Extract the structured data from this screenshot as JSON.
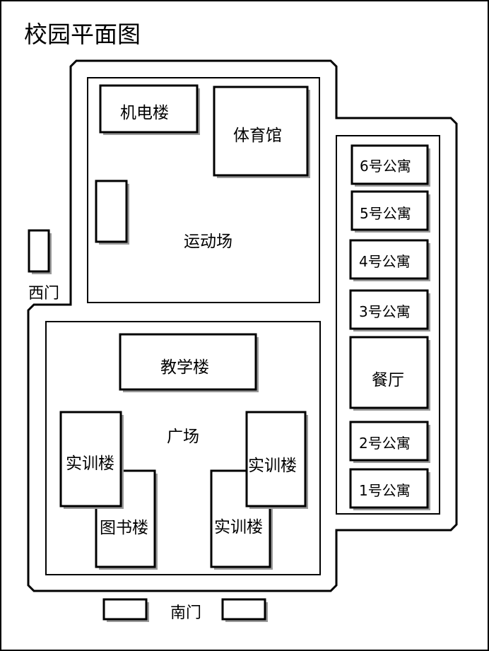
{
  "title": "校园平面图",
  "labels": {
    "gym": "体育馆",
    "mech_building": "机电楼",
    "sports_field": "运动场",
    "west_gate": "西门",
    "teaching_building": "教学楼",
    "plaza": "广场",
    "training_left": "实训楼",
    "training_right_top": "实训楼",
    "training_right_bottom": "实训楼",
    "library": "图书楼",
    "south_gate": "南门",
    "canteen": "餐厅",
    "dorm6": "6号公寓",
    "dorm5": "5号公寓",
    "dorm4": "4号公寓",
    "dorm3": "3号公寓",
    "dorm2": "2号公寓",
    "dorm1": "1号公寓"
  }
}
